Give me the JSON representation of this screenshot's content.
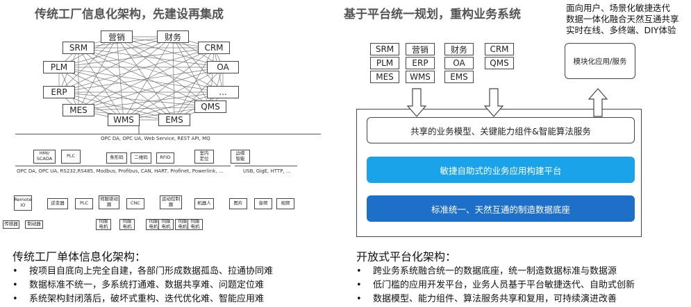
{
  "left": {
    "title": "传统工厂信息化架构，先建设再集成",
    "mesh_nodes": [
      "营销",
      "财务",
      "SRM",
      "CRM",
      "PLM",
      "OA",
      "ERP",
      "...",
      "MES",
      "QMS",
      "WMS",
      "EMS"
    ],
    "protocols_top": "OPC DA, OPC UA, Web Service, REST API, MQ",
    "mid_devices": [
      "HMI/\nSCADA",
      "PLC",
      "条形码",
      "二维码",
      "RFID",
      "室内\n定位",
      "边缘\n智能"
    ],
    "protocols_bottom": "OPC DA, OPC UA, RS232,RS485, Modbus, Profibus, CAN, HART, Profinet, Powerlink, ...",
    "protocols_edge": "USB, GigE, HTTP, ...",
    "low_devices": [
      "Remote\nIO",
      "逆变器",
      "PLC",
      "伺服驱动\n器",
      "CNC",
      "运动控制\n器",
      "机器人",
      "图片",
      "音频",
      "视频"
    ],
    "leaf_devices": [
      "传感器",
      "制动器",
      "伺服\n电机",
      "伺服\n电机",
      "伺服\n电机",
      "伺服\n电机",
      "伺服\n电机",
      "伺服\n电机"
    ],
    "heading": "传统工厂单体信息化架构：",
    "bullets": [
      "按项目自底向上完全自建，各部门形成数据孤岛、拉通协同难",
      "数据标准不统一，多系统打通难、数据共享难、问题定位难",
      "系统架构封闭落后，破坏式重构、迭代优化难、智能应用难"
    ]
  },
  "right": {
    "title": "基于平台统一规划，重构业务系统",
    "note": [
      "面向用户、场景化敏捷迭代",
      "数据一体化融合天然互通共享",
      "实时在线、多终端、DIY体验"
    ],
    "systems": [
      "SRM",
      "营销",
      "财务",
      "CRM",
      "PLM",
      "ERP",
      "OA",
      "QMS",
      "MES",
      "WMS",
      "EMS"
    ],
    "module_box": "模块化应用/服务",
    "layers": [
      "共享的业务模型、关键能力组件&智能算法服务",
      "敏捷自助式的业务应用构建平台",
      "标准统一、天然互通的制造数据底座"
    ],
    "heading": "开放式平台化架构：",
    "bullets": [
      "跨业务系统融合统一的数据底座，统一制造数据标准与数据源",
      "低门槛的应用开发平台，业务人员基于平台敏捷迭代、自助式创新",
      "数据模型、能力组件、算法服务共享和复用，可持续演进改善"
    ],
    "colors": {
      "layer2": "#1aa3e8",
      "layer3": "#1e6fc8"
    }
  }
}
